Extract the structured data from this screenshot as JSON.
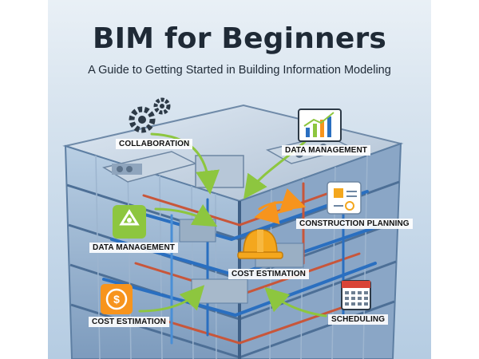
{
  "header": {
    "title": "BIM for Beginners",
    "subtitle": "A Guide to Getting Started in Building Information Modeling"
  },
  "labels": {
    "collaboration": "COLLABORATION",
    "data_management_top": "DATA MANAGEMENT",
    "construction_planning": "CONSTRUCTION PLANNING",
    "data_management_left": "DATA MANAGEMENT",
    "cost_estimation_center": "COST ESTIMATION",
    "cost_estimation_left": "COST ESTIMATION",
    "scheduling": "SCHEDULING"
  },
  "icons": {
    "gears": "gears-icon",
    "chart": "growth-chart-icon",
    "planning": "planning-clipboard-icon",
    "recycle": "recycle-icon",
    "hardhat": "hard-hat-icon",
    "coin": "dollar-coin-icon",
    "calendar": "calendar-icon"
  },
  "colors": {
    "arrow": "#8dc63f",
    "arrow_orange": "#f7941d",
    "building_frame": "#5e7fa3",
    "pipe_blue": "#2a6fc0",
    "pipe_red": "#c8563a",
    "helmet": "#f4a71d",
    "title_text": "#1f2a36"
  }
}
